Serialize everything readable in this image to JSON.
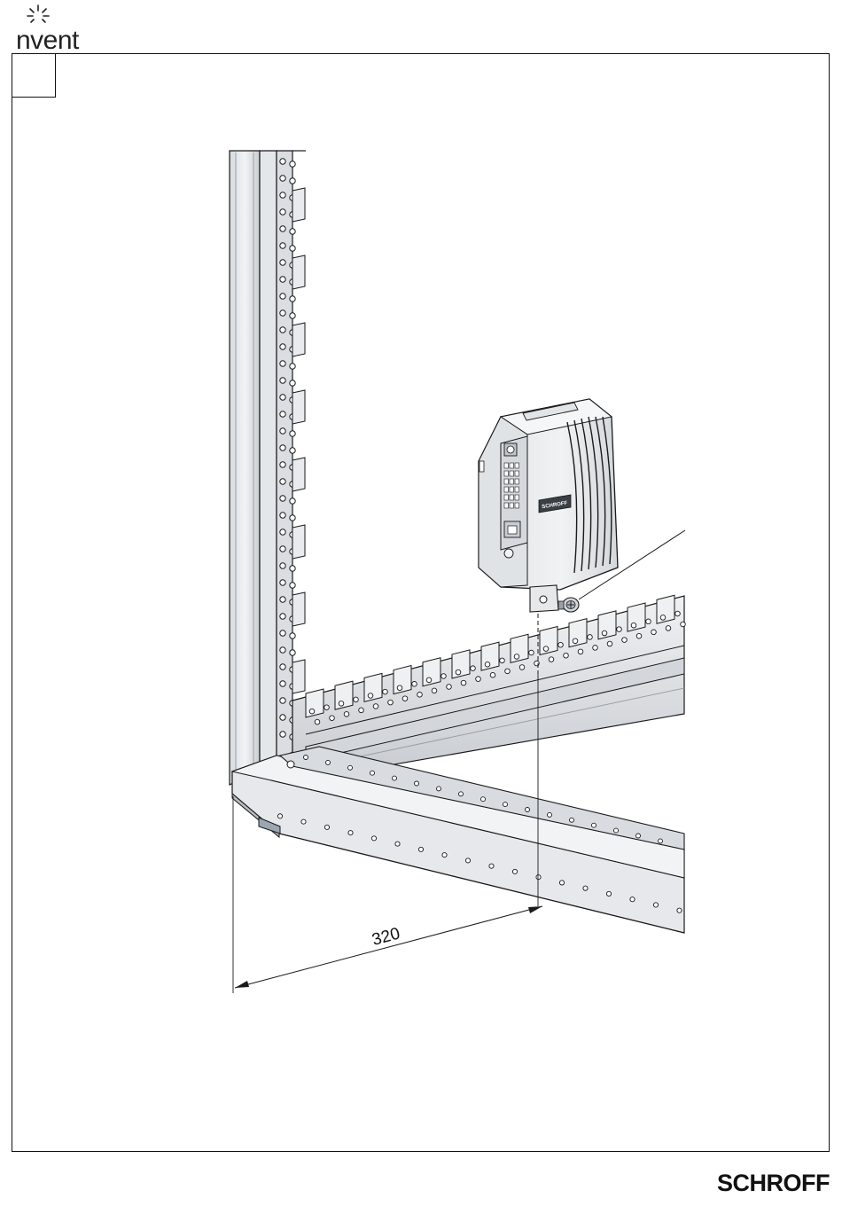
{
  "header": {
    "logo_text": "nvent"
  },
  "figure": {
    "dimension_label": "320",
    "device_label": "SCHROFF"
  },
  "footer": {
    "brand": "SCHROFF"
  },
  "colors": {
    "line": "#1a1a1a",
    "metal_light": "#e9ebee",
    "metal_mid": "#cfd3d8",
    "metal_dark": "#b7bcc2",
    "housing": "#eceef0"
  }
}
